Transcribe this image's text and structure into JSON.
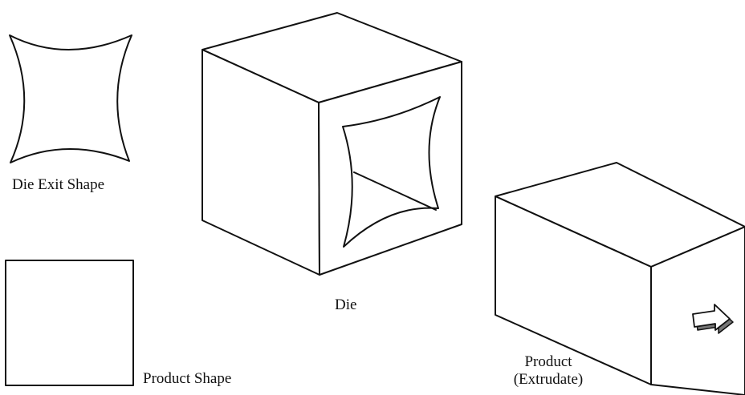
{
  "labels": {
    "die_exit_shape": "Die Exit Shape",
    "product_shape": "Product Shape",
    "die": "Die",
    "product_line1": "Product",
    "product_line2": "(Extrudate)"
  },
  "colors": {
    "line": "#111111",
    "background": "#ffffff",
    "arrow_fill": "#ffffff"
  },
  "icons": {
    "direction_arrow": "extrusion-direction-arrow-icon"
  }
}
